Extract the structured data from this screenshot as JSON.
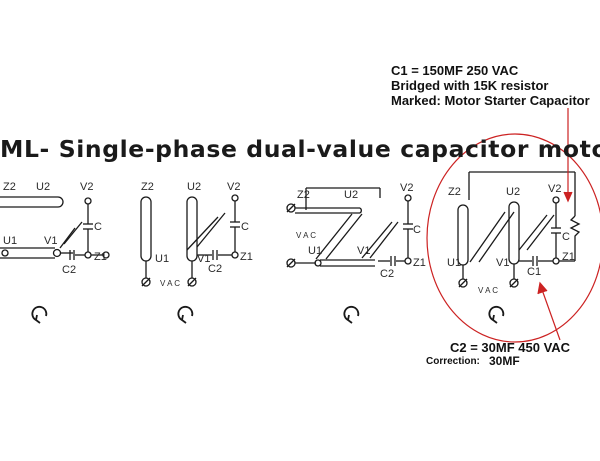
{
  "title": "ML- Single-phase dual-value capacitor motor",
  "annotations": {
    "c1_line": "C1 = 150MF 250 VAC",
    "bridged_line": "Bridged with 15K resistor",
    "marked_line": "Marked: Motor Starter Capacitor",
    "c2_line": "C2 = 30MF 450 VAC",
    "correction_label": "Correction:",
    "correction_value": "30MF"
  },
  "terminals": {
    "z2": "Z2",
    "u2": "U2",
    "v2": "V2",
    "u1": "U1",
    "v1": "V1",
    "z1": "Z1",
    "c": "C",
    "c2": "C2",
    "c1": "C1",
    "vac": "V A C"
  },
  "colors": {
    "ink": "#1a1a1a",
    "circle": "#cc2222",
    "arrow": "#cc2222"
  },
  "icons": [
    "rotation-arrow-icon",
    "ground-symbol-icon"
  ]
}
